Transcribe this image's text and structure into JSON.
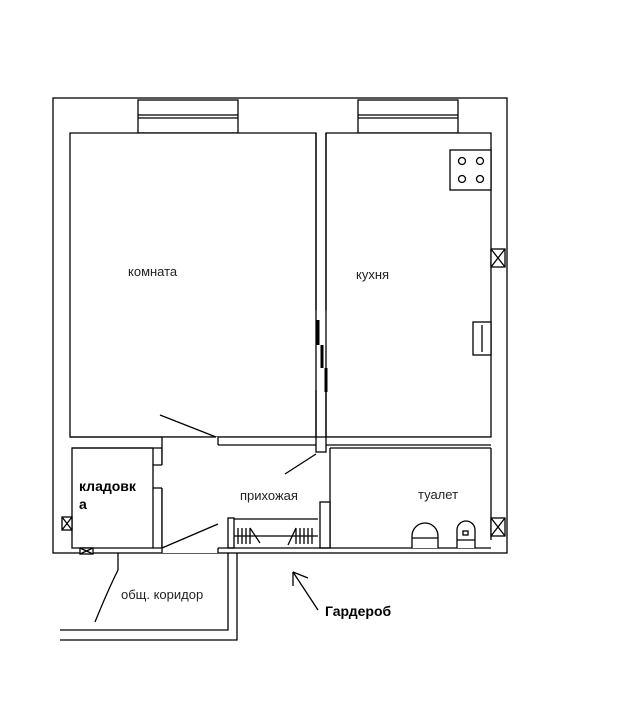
{
  "rooms": {
    "room": "комната",
    "kitchen": "кухня",
    "storage_line1": "кладовк",
    "storage_line2": "а",
    "hallway": "прихожая",
    "toilet": "туалет",
    "common_corridor": "общ. коридор"
  },
  "annotation": "Гардероб",
  "colors": {
    "line": "#000000",
    "background": "#ffffff"
  }
}
